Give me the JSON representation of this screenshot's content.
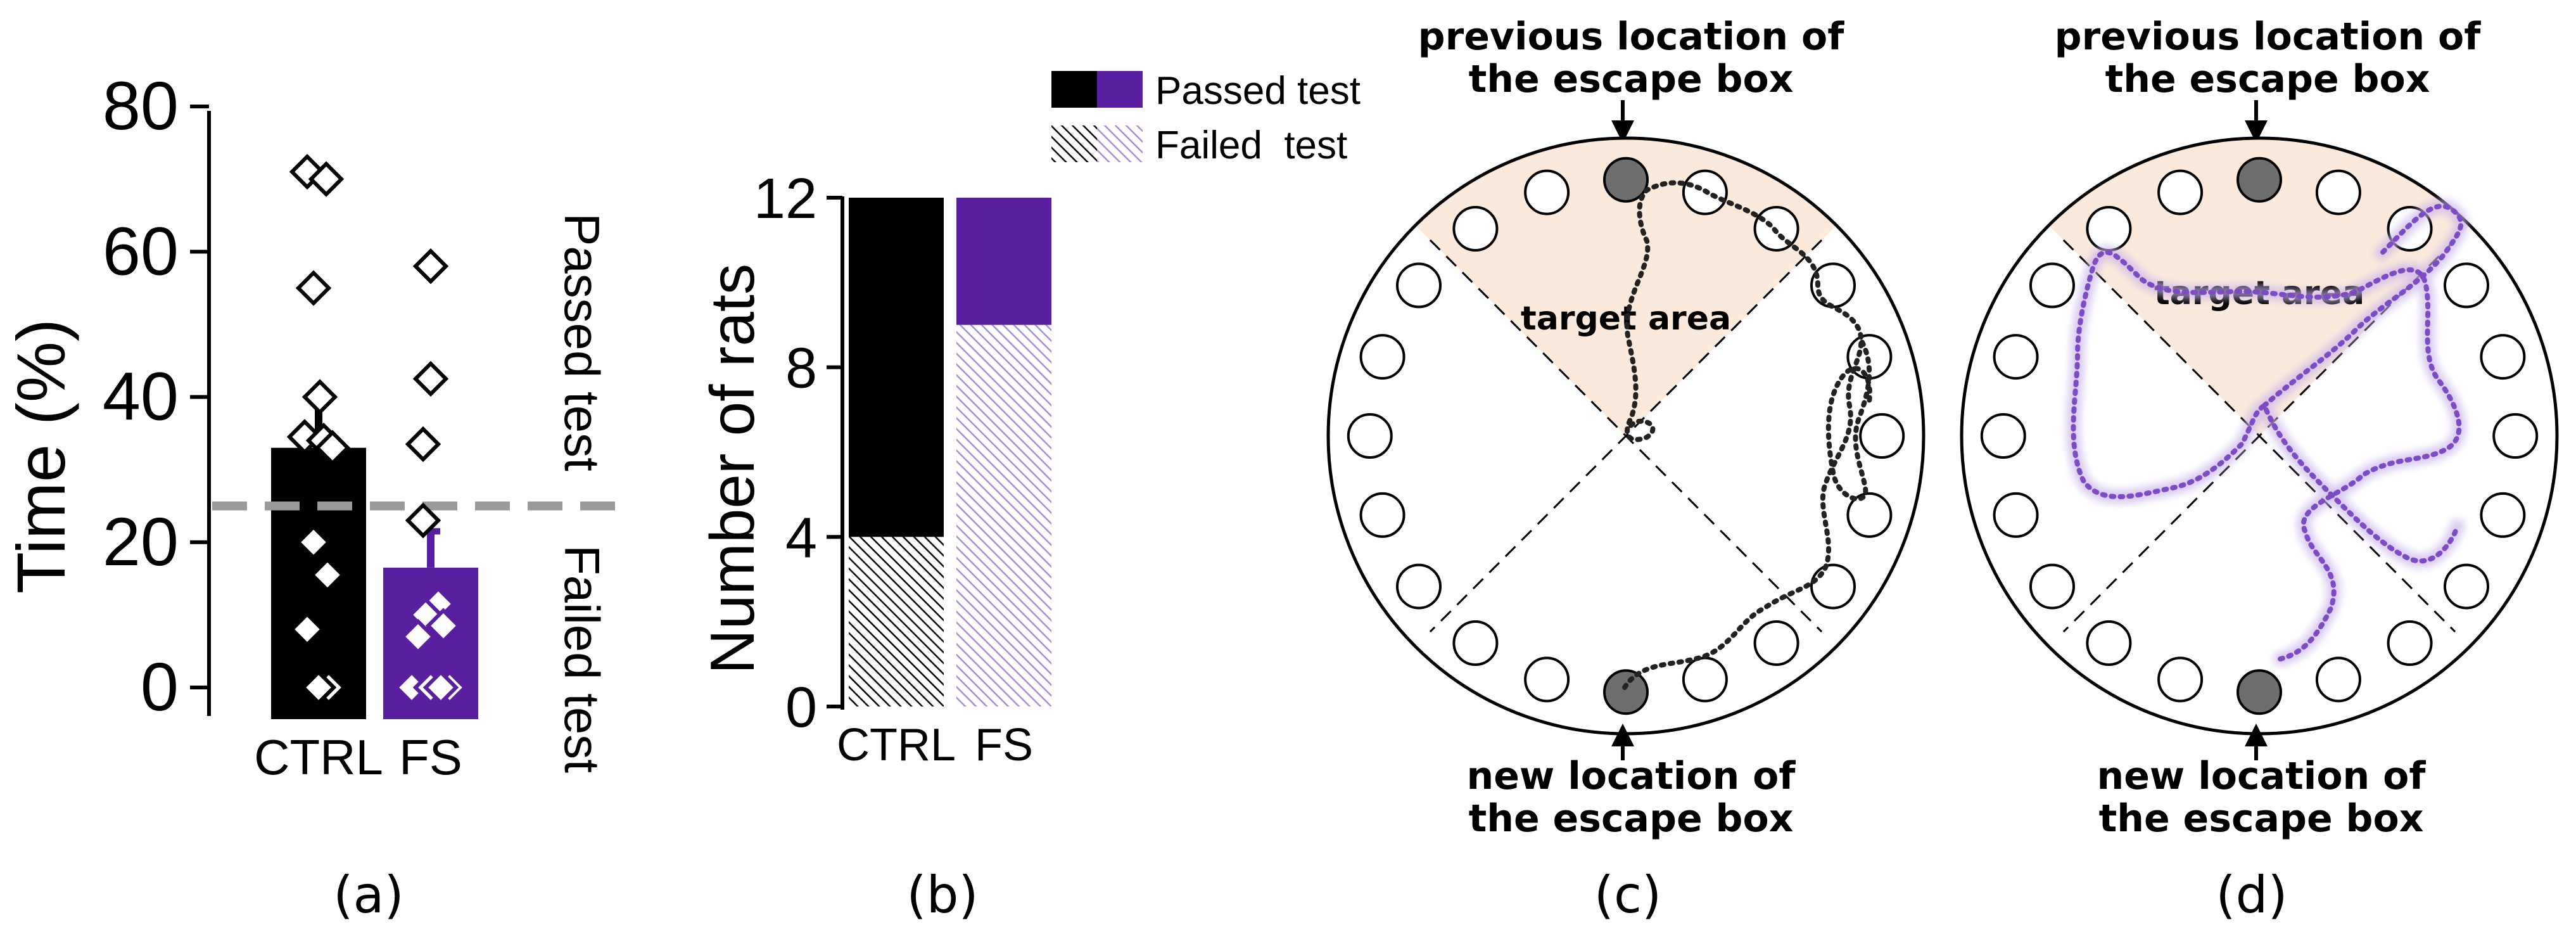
{
  "colors": {
    "ctrl": "#000000",
    "fs": "#5a1fa0",
    "fs_light": "#a98bd6",
    "target": "#fbeadc",
    "dash": "#9a9a9a",
    "grey": "#6e6e6e"
  },
  "chart_data": [
    {
      "panel": "(a)",
      "type": "bar",
      "ylabel": "Time (%)",
      "categories": [
        "CTRL",
        "FS"
      ],
      "values": [
        33,
        16.5
      ],
      "sem": [
        7,
        5
      ],
      "ylim": [
        0,
        80
      ],
      "yticks": [
        0,
        20,
        40,
        60,
        80
      ],
      "threshold": 25,
      "threshold_labels": {
        "above": "Passed test",
        "below": "Failed test"
      },
      "points": [
        [
          71,
          70,
          55,
          40,
          34.5,
          34,
          33,
          20,
          15.5,
          8,
          0,
          0
        ],
        [
          58,
          42.5,
          33.5,
          23,
          11.5,
          10,
          8.5,
          7,
          0,
          0,
          0,
          0
        ]
      ]
    },
    {
      "panel": "(b)",
      "type": "bar",
      "stacked": true,
      "ylabel": "Number of rats",
      "categories": [
        "CTRL",
        "FS"
      ],
      "series": [
        {
          "name": "Failed  test",
          "values": [
            4,
            9
          ]
        },
        {
          "name": "Passed test",
          "values": [
            8,
            3
          ]
        }
      ],
      "ylim": [
        0,
        12
      ],
      "yticks": [
        0,
        4,
        8,
        12
      ]
    }
  ],
  "panels": {
    "a_label": "(a)",
    "b_label": "(b)",
    "c_label": "(c)",
    "d_label": "(d)"
  },
  "maze": {
    "prev_line1": "previous location of",
    "prev_line2": "the escape box",
    "new_line1": "new location of",
    "new_line2": "the escape box",
    "target": "target area"
  }
}
